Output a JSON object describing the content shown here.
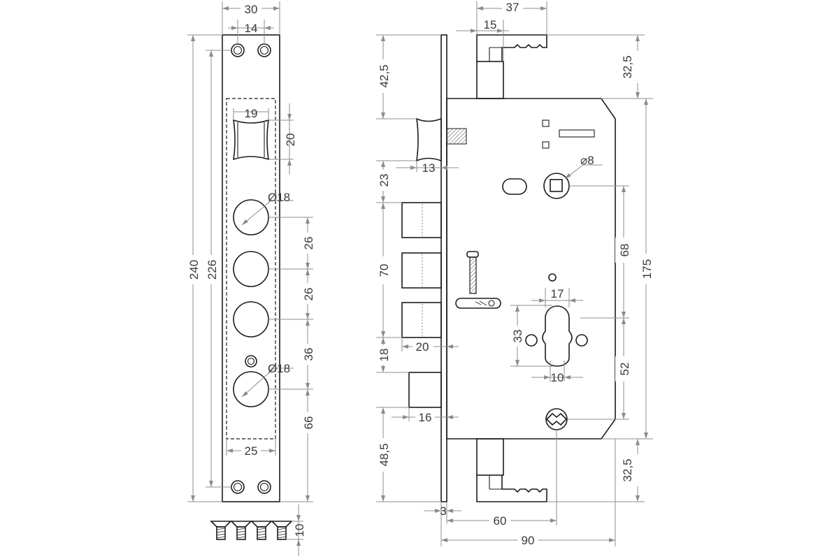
{
  "strike_plate": {
    "dimensions": {
      "width_30": "30",
      "holes_14": "14",
      "length_240": "240",
      "length_226": "226",
      "slot_19": "19",
      "slot_20": "20",
      "dia_18_top": "Ø18",
      "gap_26_a": "26",
      "gap_26_b": "26",
      "gap_36": "36",
      "dia_18_bottom": "Ø18",
      "gap_66": "66",
      "recess_25": "25"
    }
  },
  "screws": {
    "count": 4,
    "dimensions": {
      "screw_10": "10"
    }
  },
  "lock_body": {
    "dimensions": {
      "top_37": "37",
      "top_15": "15",
      "top_32_5": "32,5",
      "left_42_5": "42,5",
      "latch_13": "13",
      "left_23": "23",
      "dia_8": "⌀8",
      "left_70": "70",
      "right_68": "68",
      "right_175": "175",
      "cyl_17": "17",
      "cyl_33": "33",
      "left_18": "18",
      "bolt_20": "20",
      "cyl_10": "10",
      "right_52": "52",
      "bolt_16": "16",
      "left_48_5": "48,5",
      "bottom_32_5": "32,5",
      "faceplate_3": "3",
      "backset_60": "60",
      "depth_90": "90"
    }
  }
}
